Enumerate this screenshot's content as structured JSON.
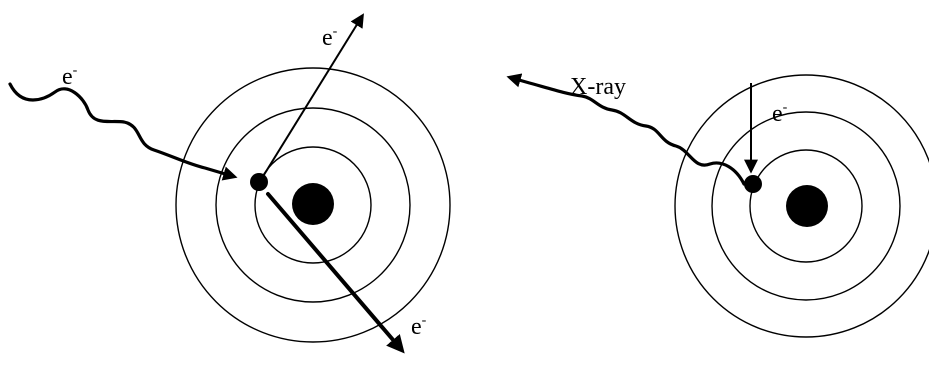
{
  "panels": {
    "ionization": {
      "incoming_label": "e",
      "ejected_label": "e",
      "scattered_label": "e",
      "charge_superscript": "-"
    },
    "emission": {
      "xray_label": "X-ray",
      "transition_label": "e",
      "charge_superscript": "-"
    }
  },
  "colors": {
    "ink": "#000000",
    "background": "#ffffff"
  }
}
